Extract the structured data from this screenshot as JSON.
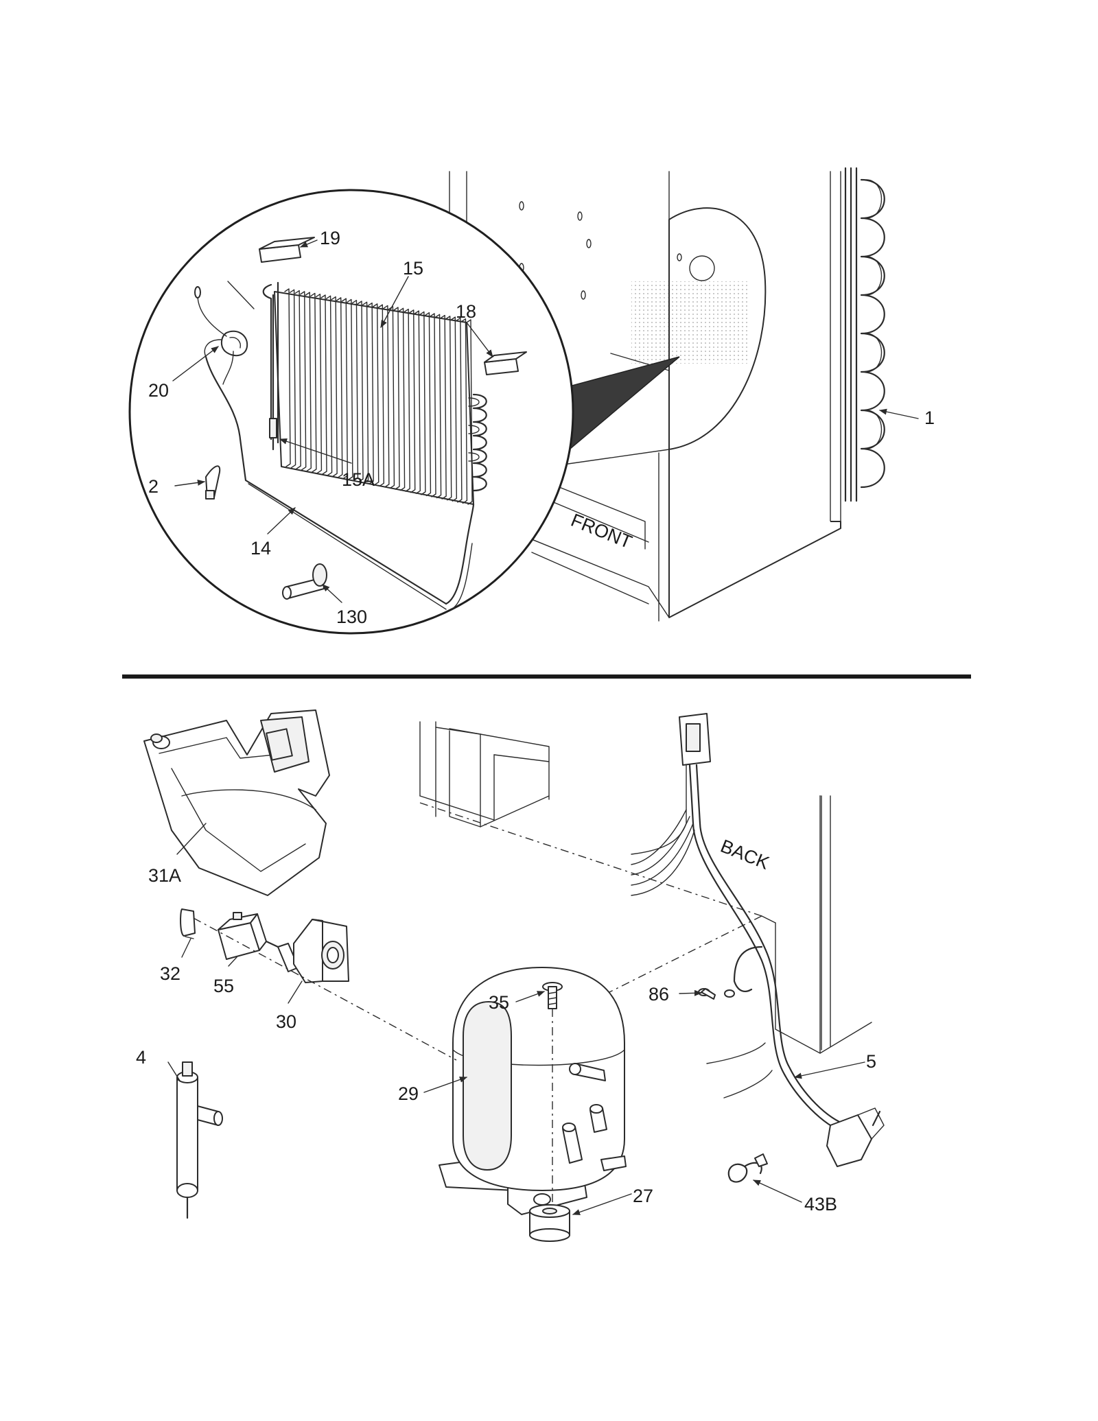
{
  "text_labels": {
    "front": "FRONT",
    "back": "BACK"
  },
  "callouts": {
    "p1": "1",
    "p2": "2",
    "p4": "4",
    "p5": "5",
    "p14": "14",
    "p15": "15",
    "p15a": "15A",
    "p18": "18",
    "p19": "19",
    "p20": "20",
    "p27": "27",
    "p29": "29",
    "p30": "30",
    "p31a": "31A",
    "p32": "32",
    "p35": "35",
    "p43b": "43B",
    "p55": "55",
    "p86": "86",
    "p130": "130"
  },
  "colors": {
    "line": "#2b2b2b",
    "divider": "#1a1a1a"
  }
}
